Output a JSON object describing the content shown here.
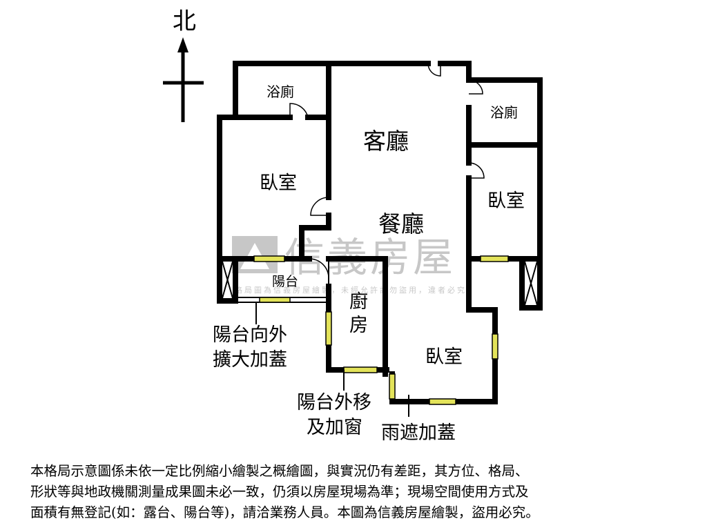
{
  "compass": {
    "north_label": "北"
  },
  "rooms": {
    "bathroom_west": "浴廁",
    "bathroom_east": "浴廁",
    "living_room": "客廳",
    "dining_room": "餐廳",
    "bedroom_west": "臥室",
    "bedroom_east": "臥室",
    "bedroom_south": "臥室",
    "balcony": "陽台",
    "kitchen_line1": "廚",
    "kitchen_line2": "房"
  },
  "annotations": {
    "balcony_extension_line1": "陽台向外",
    "balcony_extension_line2": "擴大加蓋",
    "balcony_moved_line1": "陽台外移",
    "balcony_moved_line2": "及加窗",
    "awning": "雨遮加蓋"
  },
  "watermark": {
    "brand": "信義房屋",
    "notice": "格局圖為信義房屋繪製，未經允許請勿盜用，違者必究"
  },
  "disclaimer": {
    "line1": "本格局示意圖係未依一定比例縮小繪製之概繪圖，與實況仍有差距，其方位、格局、",
    "line2": "形狀等與地政機關測量成果圖未必一致，仍須以房屋現場為準；現場空間使用方式及",
    "line3": "面積有無登記(如：露台、陽台等)，請洽業務人員。本圖為信義房屋繪製，盜用必究。"
  },
  "colors": {
    "wall": "#000000",
    "window": "#e3e35a",
    "watermark": "#9a9a9a",
    "background": "#ffffff"
  }
}
